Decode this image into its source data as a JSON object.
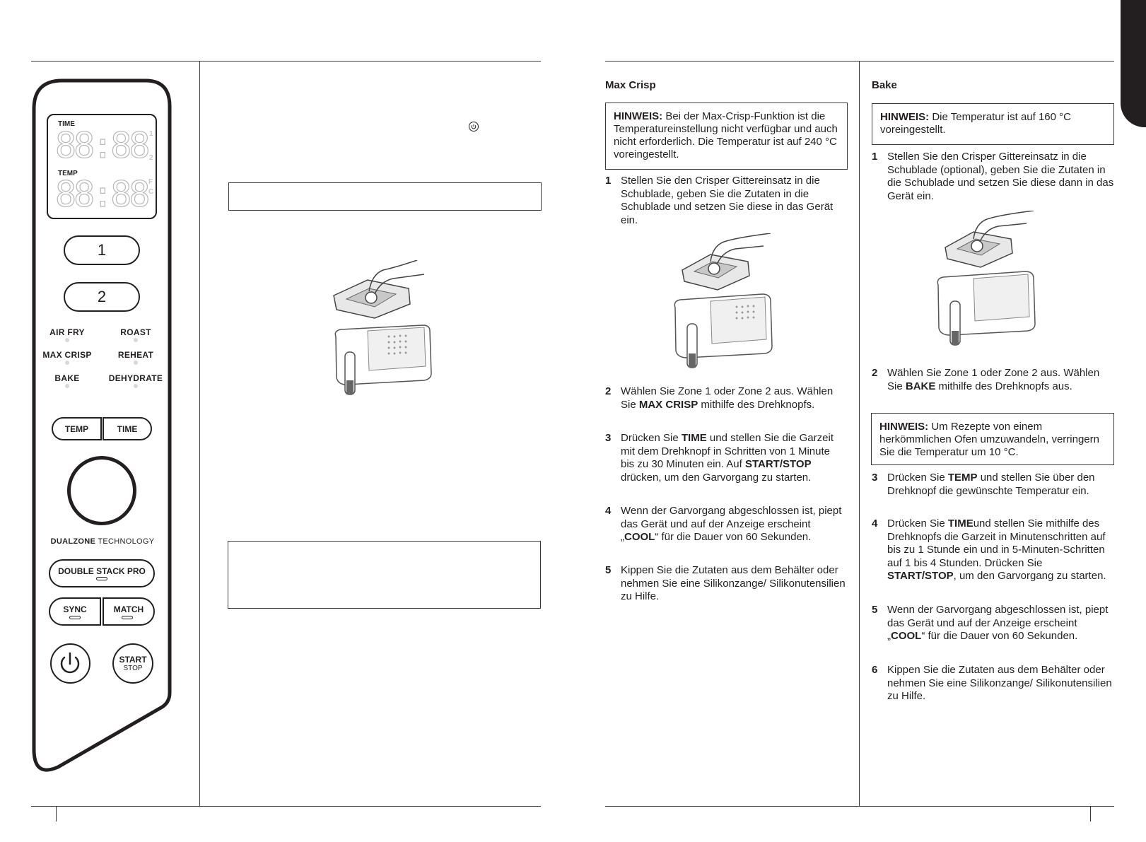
{
  "panel": {
    "lcd": {
      "time_label": "TIME",
      "temp_label": "TEMP",
      "time_digits": "88:88",
      "temp_digits": "88:88",
      "zone1": "1",
      "zone2": "2",
      "unit_f": "F",
      "unit_c": "C"
    },
    "zone_buttons": [
      "1",
      "2"
    ],
    "functions": {
      "air_fry": "AIR FRY",
      "roast": "ROAST",
      "max_crisp": "MAX CRISP",
      "reheat": "REHEAT",
      "bake": "BAKE",
      "dehydrate": "DEHYDRATE"
    },
    "temp_button": "TEMP",
    "time_button": "TIME",
    "dualzone_bold": "DUALZONE",
    "dualzone_rest": " TECHNOLOGY",
    "double_stack": "DOUBLE STACK PRO",
    "sync": "SYNC",
    "match": "MATCH",
    "start": "START",
    "stop": "STOP"
  },
  "max_crisp": {
    "heading": "Max Crisp",
    "note_label": "HINWEIS:",
    "note_text": " Bei der Max-Crisp-Funktion ist die Temperatureinstellung nicht verfügbar und auch nicht erforderlich. Die Temperatur ist auf 240 °C voreingestellt.",
    "steps": [
      {
        "n": "1",
        "parts": [
          "Stellen Sie den Crisper Gittereinsatz in die Schublade, geben Sie die Zutaten in die Schublade und setzen Sie diese in das Gerät ein."
        ]
      },
      {
        "n": "2",
        "parts": [
          "Wählen Sie Zone 1 oder Zone 2 aus. Wählen Sie ",
          "MAX CRISP",
          " mithilfe des Drehknopfs."
        ]
      },
      {
        "n": "3",
        "parts": [
          "Drücken Sie ",
          "TIME",
          " und stellen Sie die Garzeit mit dem Drehknopf in Schritten von 1 Minute bis zu 30 Minuten ein. Auf ",
          "START/STOP",
          " drücken, um den Garvorgang zu starten."
        ]
      },
      {
        "n": "4",
        "parts": [
          "Wenn der Garvorgang abgeschlossen ist, piept das Gerät und auf der Anzeige erscheint „",
          "COOL",
          "“ für die Dauer von 60 Sekunden."
        ]
      },
      {
        "n": "5",
        "parts": [
          "Kippen Sie die Zutaten aus dem Behälter oder nehmen Sie eine Silikonzange/ Silikonutensilien zu Hilfe."
        ]
      }
    ]
  },
  "bake": {
    "heading": "Bake",
    "note1_label": "HINWEIS:",
    "note1_text": " Die Temperatur ist auf 160 °C voreingestellt.",
    "note2_label": "HINWEIS:",
    "note2_text": " Um Rezepte von einem herkömmlichen Ofen umzuwandeln, verringern Sie die Temperatur um 10 °C.",
    "steps": [
      {
        "n": "1",
        "parts": [
          "Stellen Sie den Crisper Gittereinsatz in die Schublade (optional), geben Sie die Zutaten in die Schublade und setzen Sie diese dann in das Gerät ein."
        ]
      },
      {
        "n": "2",
        "parts": [
          "Wählen Sie Zone 1 oder Zone 2 aus. Wählen Sie ",
          "BAKE",
          " mithilfe des Drehknopfs aus."
        ]
      },
      {
        "n": "3",
        "parts": [
          "Drücken Sie ",
          "TEMP",
          " und stellen Sie über den Drehknopf die gewünschte Temperatur ein."
        ]
      },
      {
        "n": "4",
        "parts": [
          "Drücken Sie ",
          "TIME",
          "und stellen Sie mithilfe des Drehknopfs die Garzeit in Minutenschritten auf bis zu 1 Stunde ein und in 5-Minuten-Schritten auf 1 bis 4 Stunden. Drücken Sie ",
          "START/STOP",
          ", um den Garvorgang zu starten."
        ]
      },
      {
        "n": "5",
        "parts": [
          "Wenn der Garvorgang abgeschlossen ist, piept das Gerät und auf der Anzeige erscheint „",
          "COOL",
          "“ für die Dauer von 60 Sekunden."
        ]
      },
      {
        "n": "6",
        "parts": [
          "Kippen Sie die Zutaten aus dem Behälter oder nehmen Sie eine Silikonzange/ Silikonutensilien zu Hilfe."
        ]
      }
    ]
  }
}
